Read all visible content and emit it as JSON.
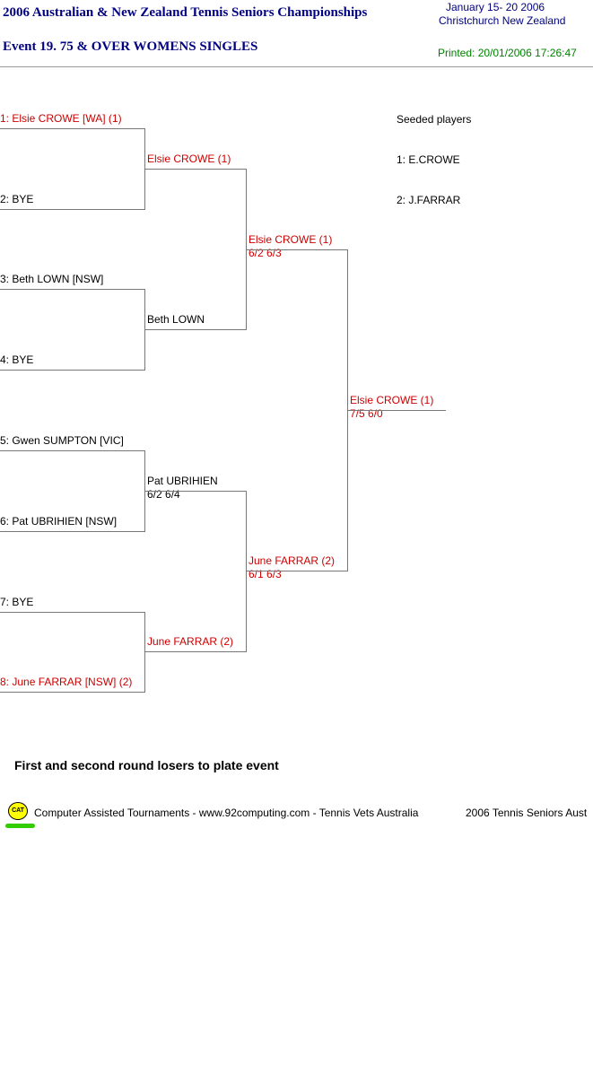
{
  "header": {
    "title": "2006 Australian & New Zealand Tennis Seniors Championships",
    "event": "Event 19. 75 & OVER WOMENS SINGLES",
    "dates": "January 15- 20 2006",
    "location": "Christchurch   New Zealand",
    "printed": "Printed: 20/01/2006 17:26:47"
  },
  "seeds": {
    "heading": "Seeded players",
    "list": [
      "1: E.CROWE",
      "2: J.FARRAR"
    ]
  },
  "round1": [
    {
      "name": "1: Elsie CROWE [WA] (1)",
      "color": "#cc0000"
    },
    {
      "name": "2: BYE",
      "color": "#000000"
    },
    {
      "name": "3: Beth LOWN [NSW]",
      "color": "#000000"
    },
    {
      "name": "4: BYE",
      "color": "#000000"
    },
    {
      "name": "5: Gwen SUMPTON [VIC]",
      "color": "#000000"
    },
    {
      "name": "6: Pat UBRIHIEN [NSW]",
      "color": "#000000"
    },
    {
      "name": "7: BYE",
      "color": "#000000"
    },
    {
      "name": "8: June FARRAR [NSW] (2)",
      "color": "#cc0000"
    }
  ],
  "round2": [
    {
      "name": "Elsie CROWE (1)",
      "score": "",
      "color": "#cc0000"
    },
    {
      "name": "Beth LOWN",
      "score": "",
      "color": "#000000"
    },
    {
      "name": "Pat UBRIHIEN",
      "score": "6/2 6/4",
      "color": "#000000"
    },
    {
      "name": "June FARRAR (2)",
      "score": "",
      "color": "#cc0000"
    }
  ],
  "semis": [
    {
      "name": "Elsie CROWE (1)",
      "score": "6/2 6/3",
      "color": "#cc0000"
    },
    {
      "name": "June FARRAR (2)",
      "score": "6/1 6/3",
      "color": "#cc0000"
    }
  ],
  "final": {
    "name": "Elsie CROWE (1)",
    "score": "7/5 6/0",
    "color": "#cc0000"
  },
  "note": "First and second round losers to plate event",
  "footer": {
    "logo": "CAT",
    "text": "Computer Assisted Tournaments - www.92computing.com -  Tennis Vets Australia",
    "right": "2006 Tennis Seniors Aust"
  }
}
